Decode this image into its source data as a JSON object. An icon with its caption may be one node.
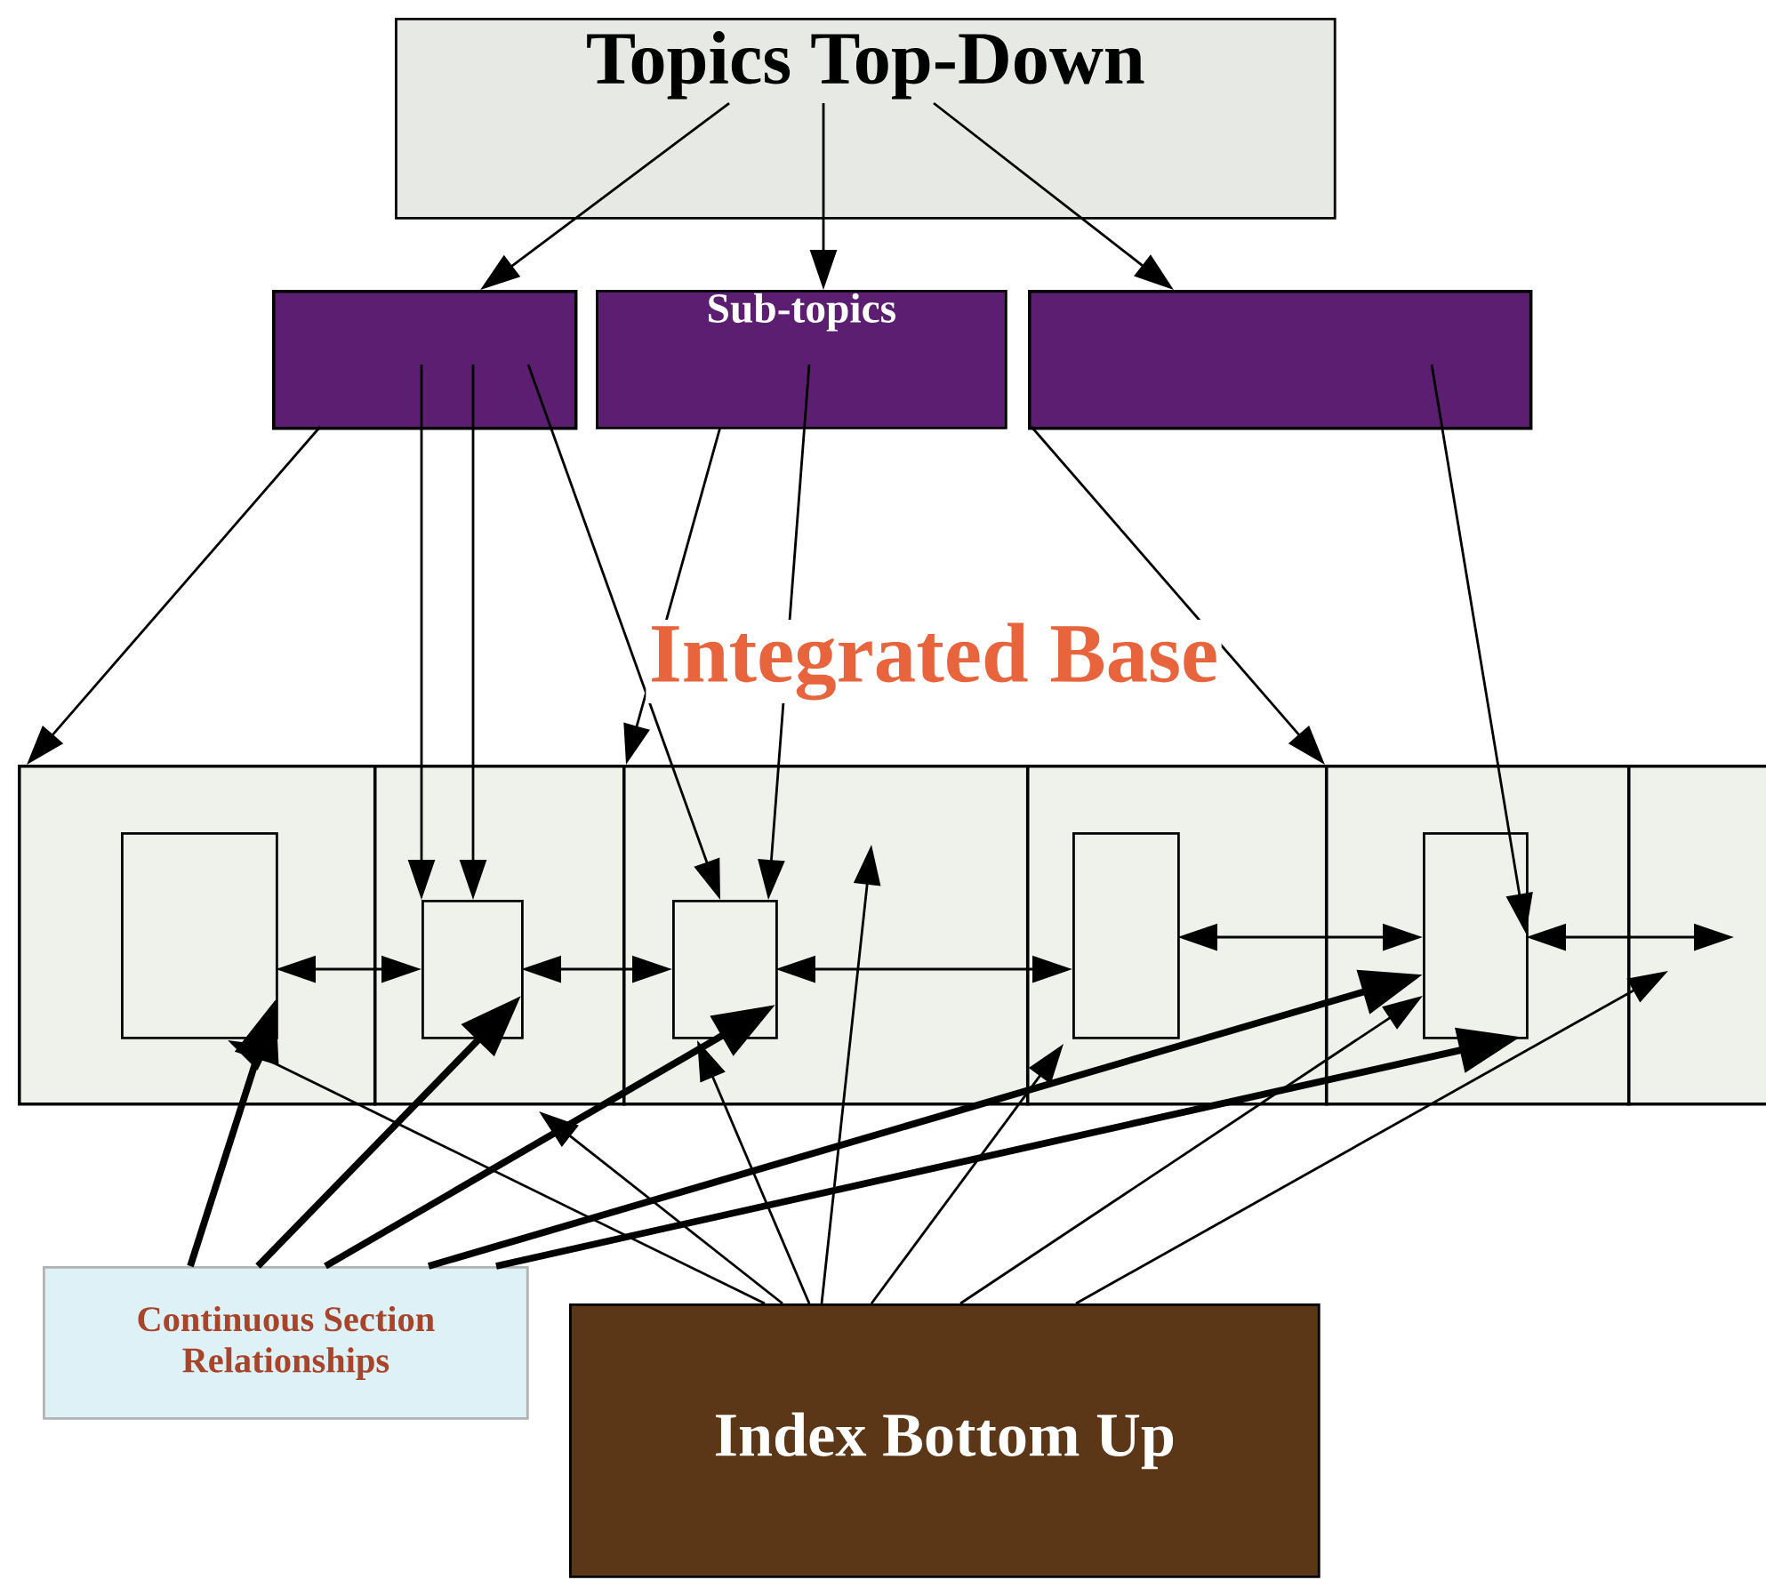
{
  "diagram": {
    "nodes": [
      {
        "text": [
          "Topics  Top-Down"
        ]
      },
      {
        "text": [],
        "shape": "box"
      },
      {
        "text": [
          "Sub-topics"
        ]
      },
      {
        "text": [],
        "shape": "box"
      },
      {
        "text": [],
        "shape": "box"
      },
      {
        "text": [],
        "shape": "box"
      },
      {
        "text": [],
        "shape": "box"
      },
      {
        "text": [],
        "shape": "box"
      },
      {
        "text": [],
        "shape": "box"
      },
      {
        "text": [],
        "shape": "box"
      },
      {
        "text": [],
        "shape": "box",
        "in": 4
      },
      {
        "text": [],
        "shape": "box",
        "in": 5
      },
      {
        "text": [],
        "shape": "box",
        "in": 6
      },
      {
        "text": [],
        "shape": "box",
        "in": 7
      },
      {
        "text": [],
        "shape": "box",
        "in": 8
      },
      {
        "text": [
          "Continuous Section Relationships"
        ]
      },
      {
        "text": [
          "Index Bottom Up"
        ]
      }
    ],
    "edges": [
      {
        "from": 0,
        "to": 1,
        "arrow": "to"
      },
      {
        "from": 0,
        "to": 2,
        "arrow": "to"
      },
      {
        "from": 0,
        "to": 3,
        "arrow": "to"
      },
      {
        "from": 1,
        "to": 4,
        "arrow": "to"
      },
      {
        "from": 1,
        "to": 11,
        "arrow": "to"
      },
      {
        "from": 1,
        "to": 11,
        "arrow": "to"
      },
      {
        "from": 1,
        "to": 12,
        "arrow": "to"
      },
      {
        "from": 2,
        "to": 6,
        "arrow": "to"
      },
      {
        "from": 2,
        "to": 12,
        "arrow": "to"
      },
      {
        "from": 3,
        "to": 8,
        "arrow": "to"
      },
      {
        "from": 3,
        "to": 14,
        "arrow": "to"
      },
      {
        "from": 10,
        "to": 11,
        "arrow": "both"
      },
      {
        "from": 11,
        "to": 12,
        "arrow": "both"
      },
      {
        "from": 12,
        "to": 13,
        "arrow": "both"
      },
      {
        "from": 13,
        "to": 14,
        "arrow": "both"
      },
      {
        "from": 14,
        "to": 9,
        "arrow": "both"
      },
      {
        "from": 15,
        "to": 10,
        "arrow": "to",
        "style": "thick"
      },
      {
        "from": 15,
        "to": 11,
        "arrow": "to",
        "style": "thick"
      },
      {
        "from": 15,
        "to": 12,
        "arrow": "to",
        "style": "thick"
      },
      {
        "from": 15,
        "to": 14,
        "arrow": "to",
        "style": "thick"
      },
      {
        "from": 15,
        "to": 14,
        "arrow": "to",
        "style": "thick"
      },
      {
        "from": 16,
        "to": 10,
        "arrow": "to"
      },
      {
        "from": 16,
        "to": 5,
        "arrow": "to"
      },
      {
        "from": 16,
        "to": 12,
        "arrow": "to"
      },
      {
        "from": 16,
        "to": 6,
        "arrow": "to"
      },
      {
        "from": 16,
        "to": 7,
        "arrow": "to"
      },
      {
        "from": 16,
        "to": 14,
        "arrow": "to"
      },
      {
        "from": 16,
        "to": 9,
        "arrow": "to"
      }
    ],
    "labels": [
      "Integrated Base"
    ]
  }
}
